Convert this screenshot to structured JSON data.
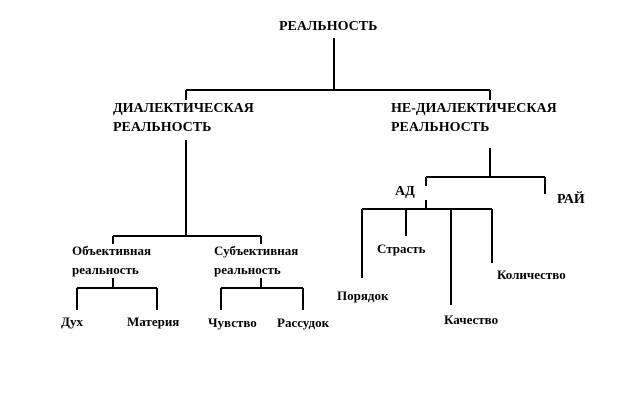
{
  "diagram": {
    "root": "РЕАЛЬНОСТЬ",
    "dialectical": {
      "line1": "ДИАЛЕКТИЧЕСКАЯ",
      "line2": "РЕАЛЬНОСТЬ",
      "objective": {
        "line1": "Объективная",
        "line2": "реальность",
        "children": [
          "Дух",
          "Материя"
        ]
      },
      "subjective": {
        "line1": "Субъективная",
        "line2": "реальность",
        "children": [
          "Чувство",
          "Рассудок"
        ]
      }
    },
    "non_dialectical": {
      "line1": "НЕ-ДИАЛЕКТИЧЕСКАЯ",
      "line2": "РЕАЛЬНОСТЬ",
      "hell": {
        "label": "АД",
        "children": [
          "Порядок",
          "Страсть",
          "Качество",
          "Количество"
        ]
      },
      "paradise": "РАЙ"
    }
  }
}
